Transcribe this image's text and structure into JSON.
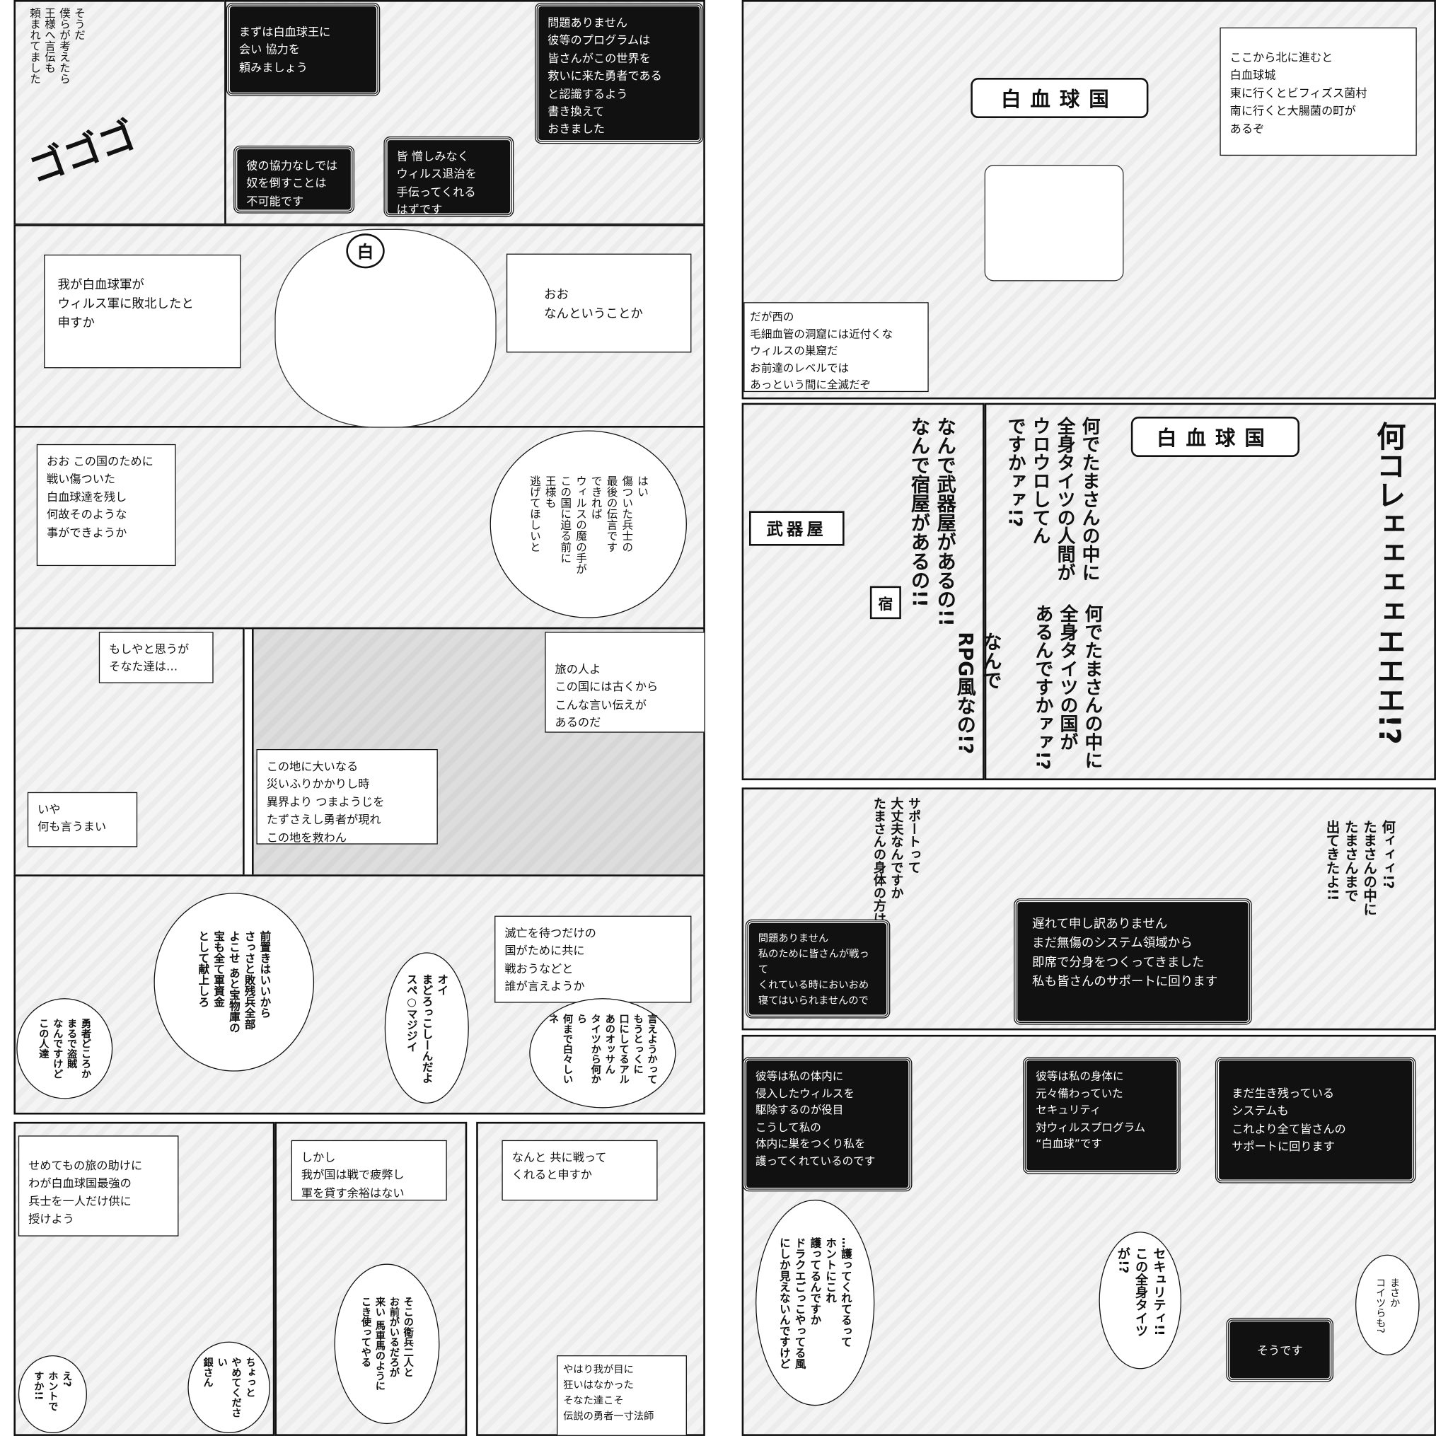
{
  "left_page": {
    "p1": {
      "narration": "そうだ\n僕らが考えたら\n王様へ言伝も\n頼まれてました",
      "sfx": "ゴゴゴ"
    },
    "p2": {
      "box_a": "まずは白血球王に\n会い 協力を\n頼みましょう",
      "box_b": "彼の協力なしでは\n奴を倒すことは\n不可能です",
      "box_c": "皆 憎しみなく\nウィルス退治を\n手伝ってくれる\nはずです",
      "box_d": "問題ありません\n彼等のプログラムは\n皆さんがこの世界を\n救いに来た勇者である\nと認識するよう\n書き換えて\nおきました"
    },
    "p3": {
      "box_a": "我が白血球軍が\nウィルス軍に敗北したと\n申すか",
      "box_b": "おお\nなんということか",
      "crown_mark": "白"
    },
    "p4": {
      "box_a": "おお この国のために\n戦い傷ついた\n白血球達を残し\n何故そのような\n事ができようか",
      "bubble": "はい\n傷ついた兵士の\n最後の伝言です\nできれば\nウィルスの魔の手が\nこの国に迫る前に\n王様も\n逃げてほしいと"
    },
    "p5": {
      "box_a": "もしやと思うが\nそなた達は…",
      "box_b": "いや\n何も言うまい"
    },
    "p6": {
      "box_a": "旅の人よ\nこの国には古くから\nこんな言い伝えが\nあるのだ",
      "box_b": "この地に大いなる\n災いふりかかりし時\n異界より つまようじを\nたずさえし勇者が現れ\nこの地を救わん"
    },
    "p7": {
      "box_a": "滅亡を待つだけの\n国がために共に\n戦おうなどと\n誰が言えようか",
      "bubble_a": "前置きはいいから\nさっさと敗残兵全部\nよこせ あと宝物庫の\n宝も全て軍資金\nとして献上しろ",
      "bubble_b": "オイ\nまどろっこしーんだよ\nスペ○マジジイ",
      "bubble_c": "言えようかって\nもうとっくに\n口にしてるアル\nあのオッサん\nタイツから何から\n何まで白々しいネ",
      "bubble_d": "勇者どころか\nまるで盗賊\nなんですけど\nこの人達"
    },
    "p8": {
      "box_a": "せめてもの旅の助けに\nわが白血球国最強の\n兵士を一人だけ供に\n授けよう",
      "box_b": "しかし\n我が国は戦で疲弊し\n軍を貸す余裕はない",
      "box_c": "なんと 共に戦って\nくれると申すか",
      "box_d": "やはり我が目に\n狂いはなかった\nそなた達こそ\n伝説の勇者一寸法師",
      "bubble_a": "そこの衛兵二人と\nお前がいるだろが\n来い 馬車馬のように\nこき使ってやる",
      "bubble_b": "ちょっと\nやめてください\n銀さん",
      "bubble_c": "え?\nホントですか!!"
    }
  },
  "right_page": {
    "p1": {
      "sign": "白血球国",
      "box_a": "ここから北に進むと\n白血球城\n東に行くとビフィズス菌村\n南に行くと大腸菌の町が\nあるぞ",
      "box_b": "だが西の\n毛細血管の洞窟には近付くな\nウィルスの巣窟だ\nお前達のレベルでは\nあっという間に全滅だぞ"
    },
    "p2": {
      "shop_sign": "武器屋",
      "inn_sign": "宿",
      "shout_a": "なんで武器屋があるの!!\nなんで宿屋があるの!!",
      "shout_b": "なんで\nRPG風なの!?",
      "shout_c": "何でたまさんの中に\n全身タイツの人間が\nウロウロしてん\nですかァァ!?",
      "shout_d": "何でたまさんの中に\n全身タイツの国が\nあるんですかァァ!?",
      "shout_e": "何コレェェェェエエエ!?"
    },
    "p3": {
      "bubble_a": "サポートって\n大丈夫なんですか\nたまさんの身体の方は",
      "bubble_b": "何ィィィ!?\nたまさんの中に\nたまさんまで\n出てきたよ!!",
      "box_a": "遅れて申し訳ありません\nまだ無傷のシステム領域から\n即席で分身をつくってきました\n私も皆さんのサポートに回ります",
      "box_b": "問題ありません\n私のために皆さんが戦って\nくれている時においおめ\n寝てはいられませんので"
    },
    "p4": {
      "box_a": "彼等は私の体内に\n侵入したウィルスを\n駆除するのが役目\nこうして私の\n体内に巣をつくり私を\n護ってくれているのです",
      "box_b": "彼等は私の身体に\n元々備わっていた\nセキュリティ\n対ウィルスプログラム\n“白血球”です",
      "box_c": "まだ生き残っている\nシステムも\nこれより全て皆さんの\nサポートに回ります",
      "box_d": "そうです",
      "bubble_a": "…護ってくれてるって\nホントにこれ\n護ってるんですか\nドラクエごっこやってる風\nにしか見えないんですけど",
      "bubble_b": "セキュリティ!!\nこの全身タイツが!?",
      "bubble_c": "まさか\nコイツらも?"
    }
  }
}
